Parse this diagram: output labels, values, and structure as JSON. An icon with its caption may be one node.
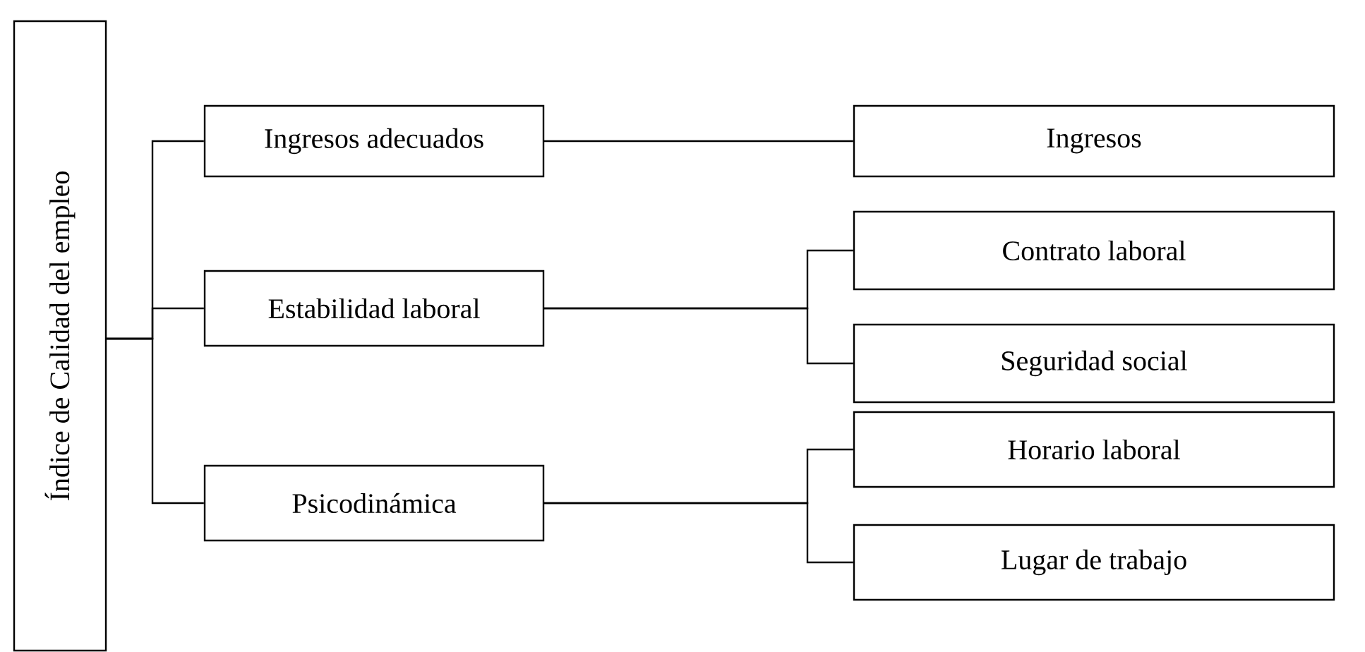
{
  "diagram": {
    "nodes": [
      {
        "text": [
          "Índice de Calidad del empleo"
        ]
      },
      {
        "text": [
          "Ingresos adecuados"
        ]
      },
      {
        "text": [
          "Estabilidad laboral"
        ]
      },
      {
        "text": [
          "Psicodinámica"
        ]
      },
      {
        "text": [
          "Ingresos"
        ]
      },
      {
        "text": [
          "Contrato laboral"
        ]
      },
      {
        "text": [
          "Seguridad social"
        ]
      },
      {
        "text": [
          "Horario laboral"
        ]
      },
      {
        "text": [
          "Lugar de trabajo"
        ]
      }
    ],
    "edges": [
      {
        "from": 0,
        "to": 1,
        "arrow": "none"
      },
      {
        "from": 0,
        "to": 2,
        "arrow": "none"
      },
      {
        "from": 0,
        "to": 3,
        "arrow": "none"
      },
      {
        "from": 1,
        "to": 4,
        "arrow": "none"
      },
      {
        "from": 2,
        "to": 5,
        "arrow": "none"
      },
      {
        "from": 2,
        "to": 6,
        "arrow": "none"
      },
      {
        "from": 3,
        "to": 7,
        "arrow": "none"
      },
      {
        "from": 3,
        "to": 8,
        "arrow": "none"
      }
    ]
  }
}
